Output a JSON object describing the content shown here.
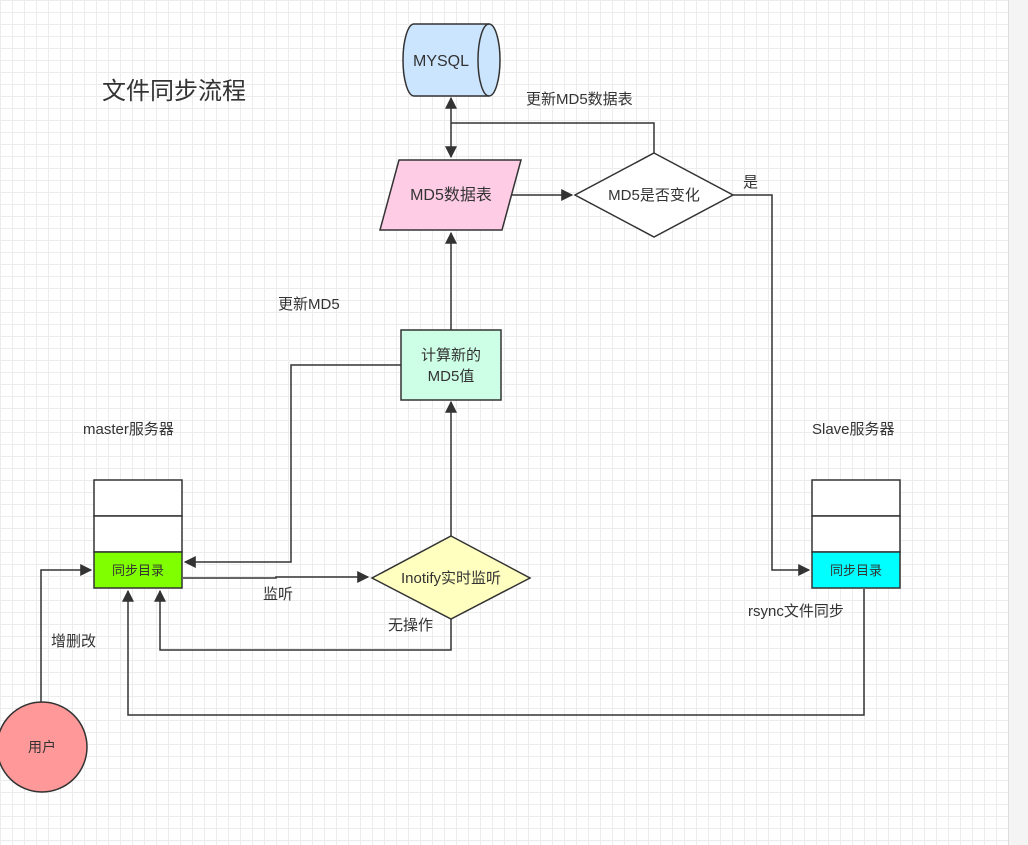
{
  "title": "文件同步流程",
  "colors": {
    "mysql": "#cce5ff",
    "md5_table": "#ffccE6",
    "compute": "#ccffe6",
    "inotify": "#ffffc0",
    "master_sync": "#80ff00",
    "slave_sync": "#00ffff",
    "user": "#ff9999",
    "stroke": "#333333"
  },
  "nodes": {
    "mysql": "MYSQL",
    "md5_table": "MD5数据表",
    "md5_changed": "MD5是否变化",
    "compute_line1": "计算新的",
    "compute_line2": "MD5值",
    "inotify": "Inotify实时监听",
    "master_label": "master服务器",
    "master_sync_dir": "同步目录",
    "slave_label": "Slave服务器",
    "slave_sync_dir": "同步目录",
    "user": "用户"
  },
  "edge_labels": {
    "update_md5_table": "更新MD5数据表",
    "yes": "是",
    "update_md5": "更新MD5",
    "listen": "监听",
    "no_action": "无操作",
    "rsync": "rsync文件同步",
    "crud": "增删改"
  }
}
